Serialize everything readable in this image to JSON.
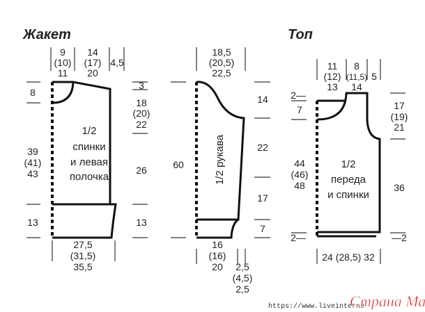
{
  "jacket": {
    "title": "Жакет",
    "top_labels": [
      [
        "9",
        "(10)",
        "11"
      ],
      [
        "14",
        "(17)",
        "20"
      ],
      [
        "4,5"
      ]
    ],
    "left_labels": {
      "neck": "8",
      "body": [
        "39",
        "(41)",
        "43"
      ],
      "band": "13"
    },
    "right_labels": {
      "shoulder": "3",
      "armhole": [
        "18",
        "(20)",
        "22"
      ],
      "side": "26",
      "band": "13"
    },
    "center": [
      "1/2",
      "спинки",
      "и левая",
      "полочка"
    ],
    "bottom": [
      "27,5",
      "(31,5)",
      "35,5"
    ]
  },
  "sleeve": {
    "top": [
      "18,5",
      "(20,5)",
      "22,5"
    ],
    "left": "60",
    "right": [
      "14",
      "22",
      "17",
      "7"
    ],
    "center": "1/2 рукава",
    "bottom": [
      "16",
      "(16)",
      "20"
    ],
    "bottom2": [
      "2,5",
      "(4,5)",
      "2,5"
    ]
  },
  "top": {
    "title": "Топ",
    "top_labels": [
      [
        "11",
        "(12)",
        "13"
      ],
      [
        "8",
        "(11,5)",
        "14"
      ],
      [
        "5"
      ]
    ],
    "left_labels": {
      "a": "2—",
      "neck": "7",
      "body": [
        "44",
        "(46)",
        "48"
      ],
      "band": "2—"
    },
    "right_labels": {
      "armhole": [
        "17",
        "(19)",
        "21"
      ],
      "side": "36",
      "band": "—2"
    },
    "center": [
      "1/2",
      "переда",
      "и спинки"
    ],
    "bottom": "24 (28,5) 32"
  },
  "footer": {
    "url": "https://www.liveinterne",
    "watermark": "Страна Мам"
  }
}
